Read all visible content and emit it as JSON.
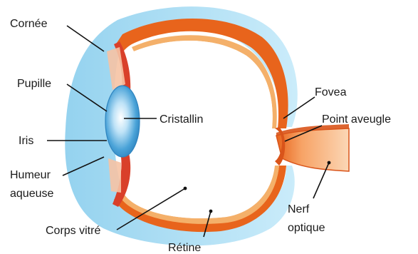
{
  "labels": {
    "cornee": "Cornée",
    "pupille": "Pupille",
    "iris": "Iris",
    "humeur_line1": "Humeur",
    "humeur_line2": "aqueuse",
    "corps_vitre": "Corps vitré",
    "retine": "Rétine",
    "cristallin": "Cristallin",
    "fovea": "Fovea",
    "point_aveugle": "Point aveugle",
    "nerf_line1": "Nerf",
    "nerf_line2": "optique"
  },
  "colors": {
    "sclera_blue": "#a9dcf3",
    "sclera_blue_dark": "#6fc3e8",
    "choroid_orange": "#e8641c",
    "retina_light": "#f4b06a",
    "vitreous": "#ffffff",
    "lens_blue": "#4aa3d8",
    "iris_red": "#d9402a",
    "nerve_orange": "#f7a366",
    "label_text": "#1a1a1a"
  }
}
